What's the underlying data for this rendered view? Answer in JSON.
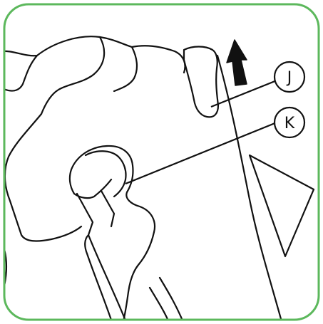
{
  "colors": {
    "frame": "#5cb85c",
    "ink": "#111111",
    "background": "#ffffff"
  },
  "callouts": [
    {
      "id": "J",
      "label": "J"
    },
    {
      "id": "K",
      "label": "K"
    }
  ],
  "direction_arrow": {
    "direction": "up"
  }
}
